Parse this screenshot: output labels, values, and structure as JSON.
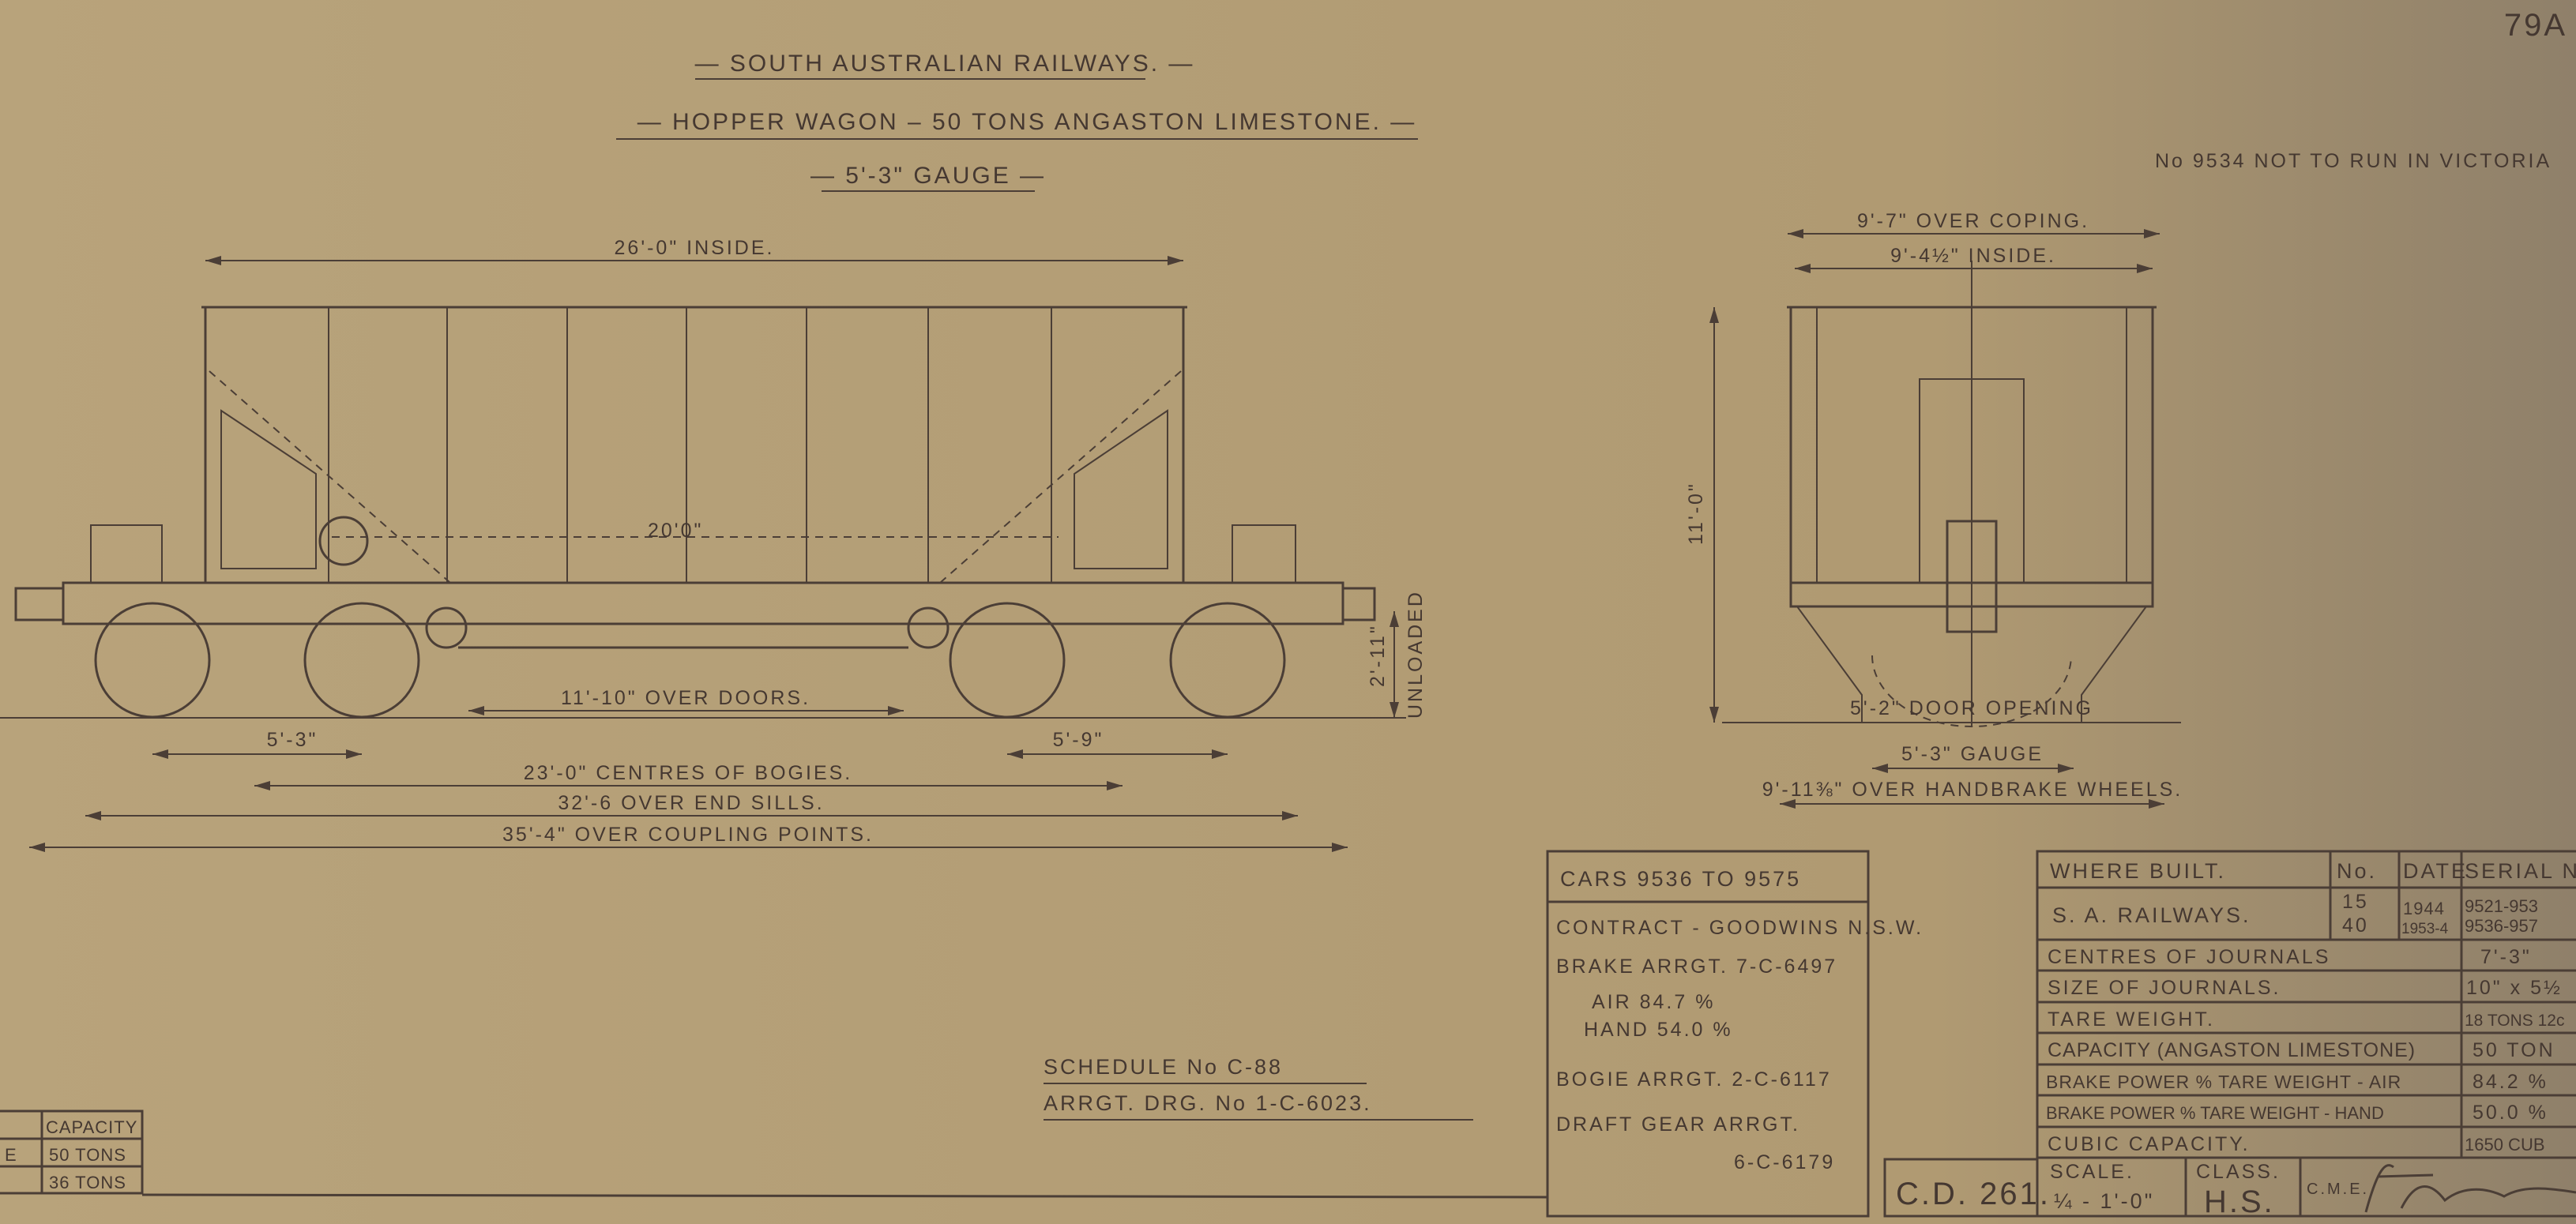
{
  "header": {
    "railway": "— SOUTH AUSTRALIAN RAILWAYS. —",
    "title": "— HOPPER WAGON – 50 TONS ANGASTON LIMESTONE. —",
    "gauge": "— 5'-3\" GAUGE —",
    "sheet_no": "79A",
    "note": "No 9534 NOT TO RUN IN VICTORIA"
  },
  "side_view": {
    "inside_length": "26'-0\" INSIDE.",
    "door_length": "11'-10\" OVER DOORS.",
    "hopper_length": "20'0\"",
    "bogie_wheelbase_left": "5'-3\"",
    "bogie_wheelbase_right": "5'-9\"",
    "bogie_centres": "23'-0\" CENTRES OF BOGIES.",
    "end_sills": "32'-6 OVER END SILLS.",
    "coupling_points": "35'-4\" OVER COUPLING POINTS.",
    "coupler_height": "2'-11\"",
    "coupler_height_note": "UNLOADED"
  },
  "end_view": {
    "over_coping": "9'-7\" OVER COPING.",
    "inside_width": "9'-4½\" INSIDE.",
    "height": "11'-0\"",
    "door_opening": "5'-2\" DOOR OPENING",
    "gauge": "5'-3\" GAUGE",
    "handbrake_wheels": "9'-11⅜\" OVER HANDBRAKE WHEELS."
  },
  "schedule": {
    "schedule_no": "SCHEDULE No C-88",
    "arrangement_drawing": "ARRGT. DRG. No 1-C-6023."
  },
  "cars_box": {
    "heading": "CARS 9536 TO 9575",
    "lines": [
      "CONTRACT - GOODWINS N.S.W.",
      "BRAKE ARRGT. 7-C-6497",
      "AIR 84.7 %",
      "HAND 54.0 %",
      "BOGIE ARRGT. 2-C-6117",
      "DRAFT GEAR ARRGT.",
      "6-C-6179"
    ]
  },
  "spec_table": {
    "headers": [
      "WHERE BUILT.",
      "No.",
      "DATE",
      "SERIAL N"
    ],
    "built": {
      "where": "S. A. RAILWAYS.",
      "numbers": [
        "15",
        "40"
      ],
      "dates": [
        "1944",
        "1953-4"
      ],
      "serials": [
        "9521-953",
        "9536-957"
      ]
    },
    "rows": [
      {
        "label": "CENTRES OF JOURNALS",
        "value": "7'-3\""
      },
      {
        "label": "SIZE OF JOURNALS.",
        "value": "10\" x 5½"
      },
      {
        "label": "TARE WEIGHT.",
        "value": "18 TONS 12c"
      },
      {
        "label": "CAPACITY (ANGASTON LIMESTONE)",
        "value": "50 TON"
      },
      {
        "label": "BRAKE POWER % TARE WEIGHT - AIR",
        "value": "84.2 %"
      },
      {
        "label": "BRAKE POWER % TARE WEIGHT - HAND",
        "value": "50.0 %"
      },
      {
        "label": "CUBIC CAPACITY.",
        "value": "1650 CUB"
      }
    ]
  },
  "title_block": {
    "drawing_no": "C.D. 261.",
    "scale_label": "SCALE.",
    "scale_value": "¼ - 1'-0\"",
    "class_label": "CLASS.",
    "class_value": "H.S.",
    "cme_label": "C.M.E.",
    "signature": "F. Harrison"
  },
  "capacity_table": {
    "header": "CAPACITY",
    "row_fragment": "E",
    "values": [
      "50 TONS",
      "36 TONS"
    ]
  },
  "colors": {
    "paper": "#b29c74",
    "ink": "#4b3e36"
  }
}
